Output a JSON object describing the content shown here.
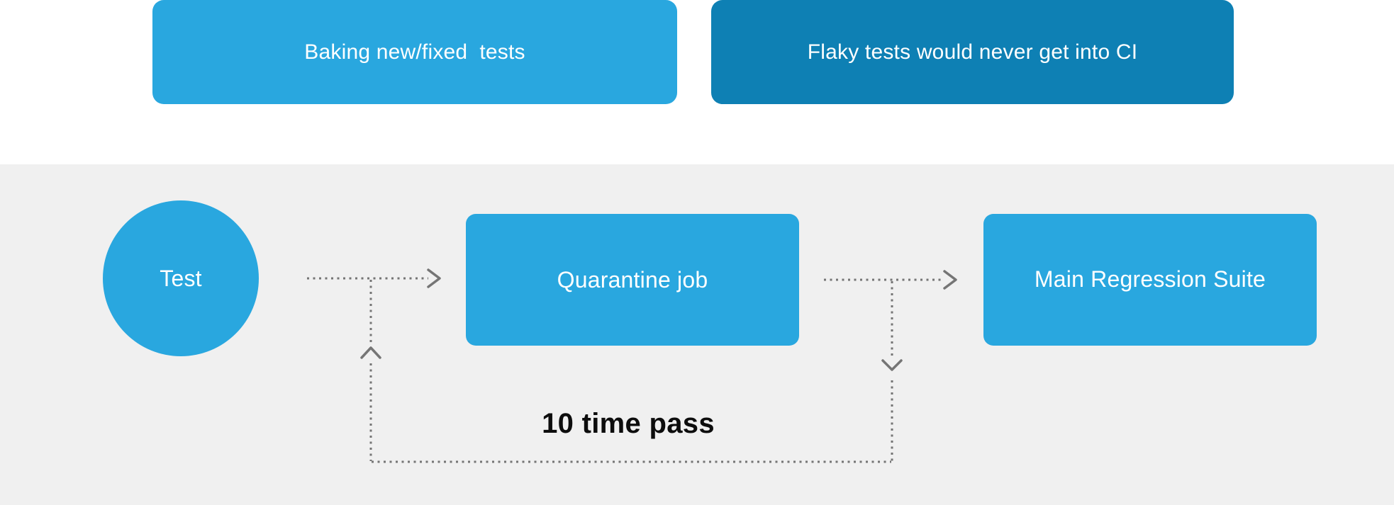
{
  "callouts": {
    "baking": "Baking new/fixed  tests",
    "flaky": "Flaky tests would never get into CI"
  },
  "nodes": {
    "test": "Test",
    "quarantine": "Quarantine job",
    "main_suite": "Main Regression Suite"
  },
  "labels": {
    "loop": "10 time pass"
  },
  "colors": {
    "node_blue": "#29A7DF",
    "callout_dark_blue": "#0E80B4",
    "diagram_bg": "#F0F0F0",
    "arrow_gray": "#757575",
    "node_text": "#FFFFFF",
    "loop_text": "#0D0D0D",
    "page_bg": "#FFFFFF"
  }
}
